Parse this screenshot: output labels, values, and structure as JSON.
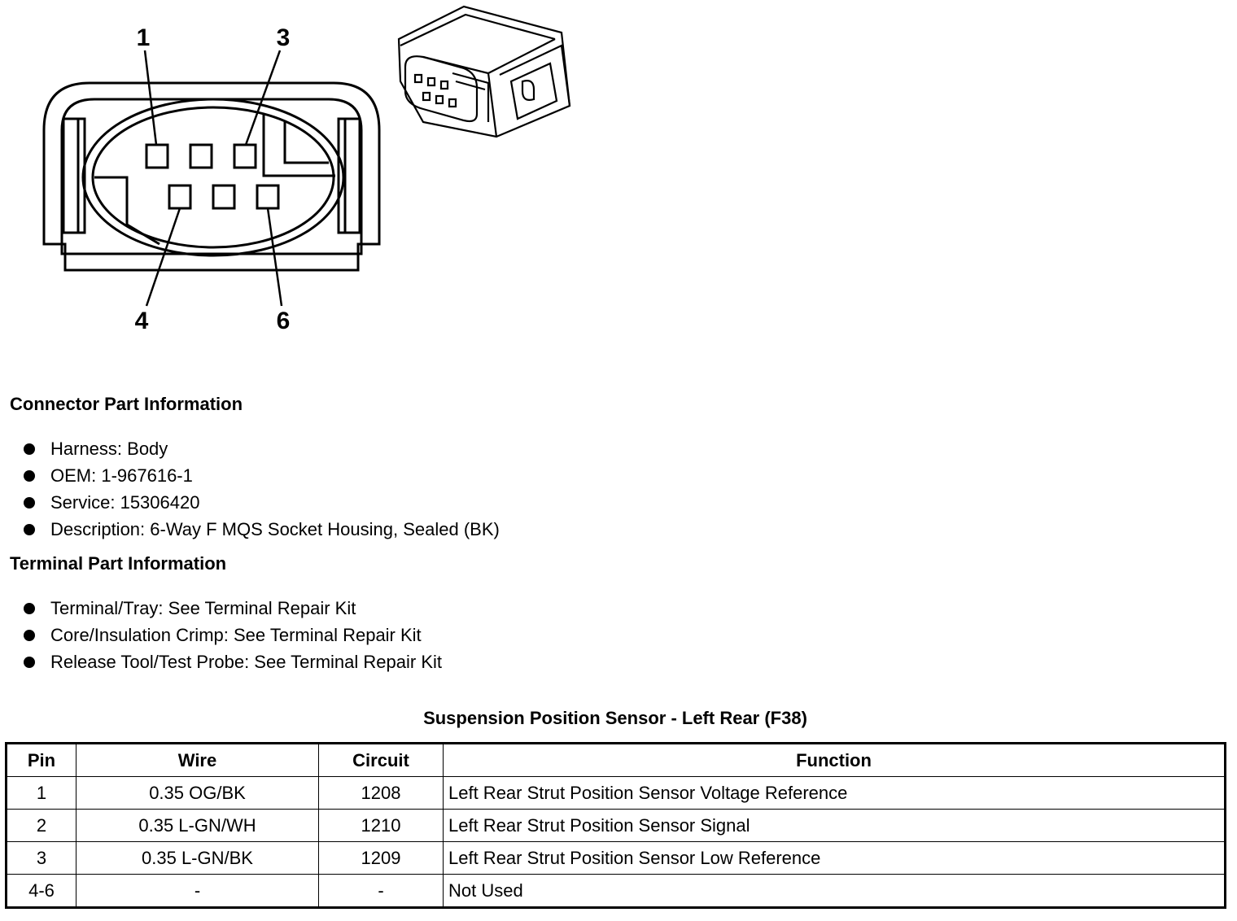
{
  "diagram": {
    "pin_callouts": [
      "1",
      "3",
      "4",
      "6"
    ]
  },
  "connector_info": {
    "heading": "Connector Part Information",
    "items": [
      "Harness: Body",
      "OEM: 1-967616-1",
      "Service: 15306420",
      "Description: 6-Way F MQS Socket Housing, Sealed (BK)"
    ]
  },
  "terminal_info": {
    "heading": "Terminal Part Information",
    "items": [
      "Terminal/Tray: See Terminal Repair Kit",
      "Core/Insulation Crimp: See Terminal Repair Kit",
      "Release Tool/Test Probe: See Terminal Repair Kit"
    ]
  },
  "table": {
    "title": "Suspension Position Sensor - Left Rear (F38)",
    "headers": [
      "Pin",
      "Wire",
      "Circuit",
      "Function"
    ],
    "rows": [
      [
        "1",
        "0.35 OG/BK",
        "1208",
        "Left Rear Strut Position Sensor Voltage Reference"
      ],
      [
        "2",
        "0.35 L-GN/WH",
        "1210",
        "Left Rear Strut Position Sensor Signal"
      ],
      [
        "3",
        "0.35 L-GN/BK",
        "1209",
        "Left Rear Strut Position Sensor Low Reference"
      ],
      [
        "4-6",
        "-",
        "-",
        "Not Used"
      ]
    ]
  }
}
